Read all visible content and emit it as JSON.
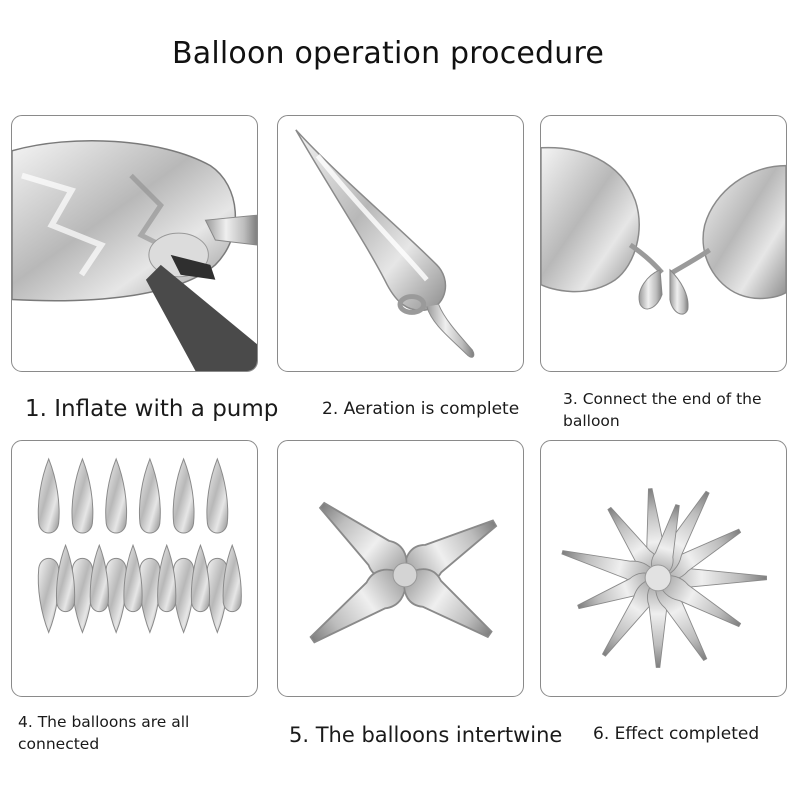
{
  "title": "Balloon operation procedure",
  "steps": [
    {
      "caption": "1. Inflate with a pump"
    },
    {
      "caption": "2. Aeration is complete"
    },
    {
      "caption": "3. Connect the end of the balloon"
    },
    {
      "caption": "4. The balloons are all connected"
    },
    {
      "caption": "5. The balloons intertwine"
    },
    {
      "caption": "6. Effect completed"
    }
  ],
  "colors": {
    "silver": "#c9c9c9",
    "silver_dark": "#8f8f8f",
    "pump": "#4a4a4a",
    "border": "#8a8a8a"
  }
}
